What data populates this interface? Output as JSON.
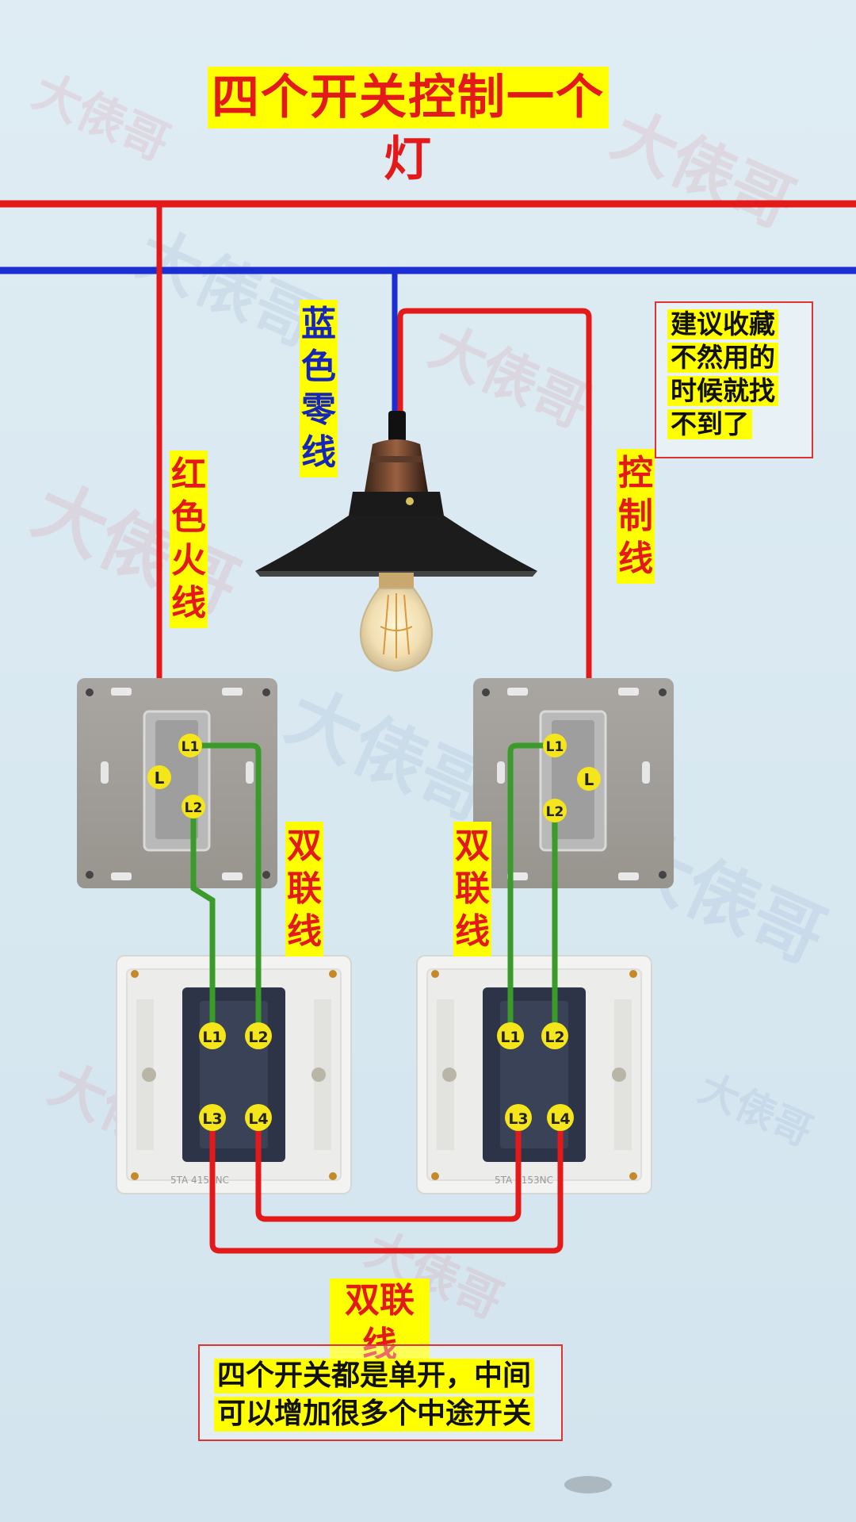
{
  "title": "四个开关控制一个灯",
  "labels": {
    "blue_neutral": "蓝色零线",
    "red_live": "红色火线",
    "control": "控制线",
    "dual_left": "双联线",
    "dual_right": "双联线",
    "dual_bottom": "双联线"
  },
  "note_top": [
    "建议收藏",
    "不然用的",
    "时候就找",
    "不到了"
  ],
  "note_bottom": [
    "四个开关都是单开，中间",
    "可以增加很多个中途开关"
  ],
  "terminals": {
    "L": "L",
    "L1": "L1",
    "L2": "L2",
    "L3": "L3",
    "L4": "L4"
  },
  "switch_print": "5TA 4153NC",
  "watermark": "大俵哥",
  "colors": {
    "live": "#e41a1a",
    "neutral": "#1a2ed1",
    "traveler": "#3a9a2a",
    "label_bg": "#ffff00",
    "terminal": "#f5e61c"
  }
}
